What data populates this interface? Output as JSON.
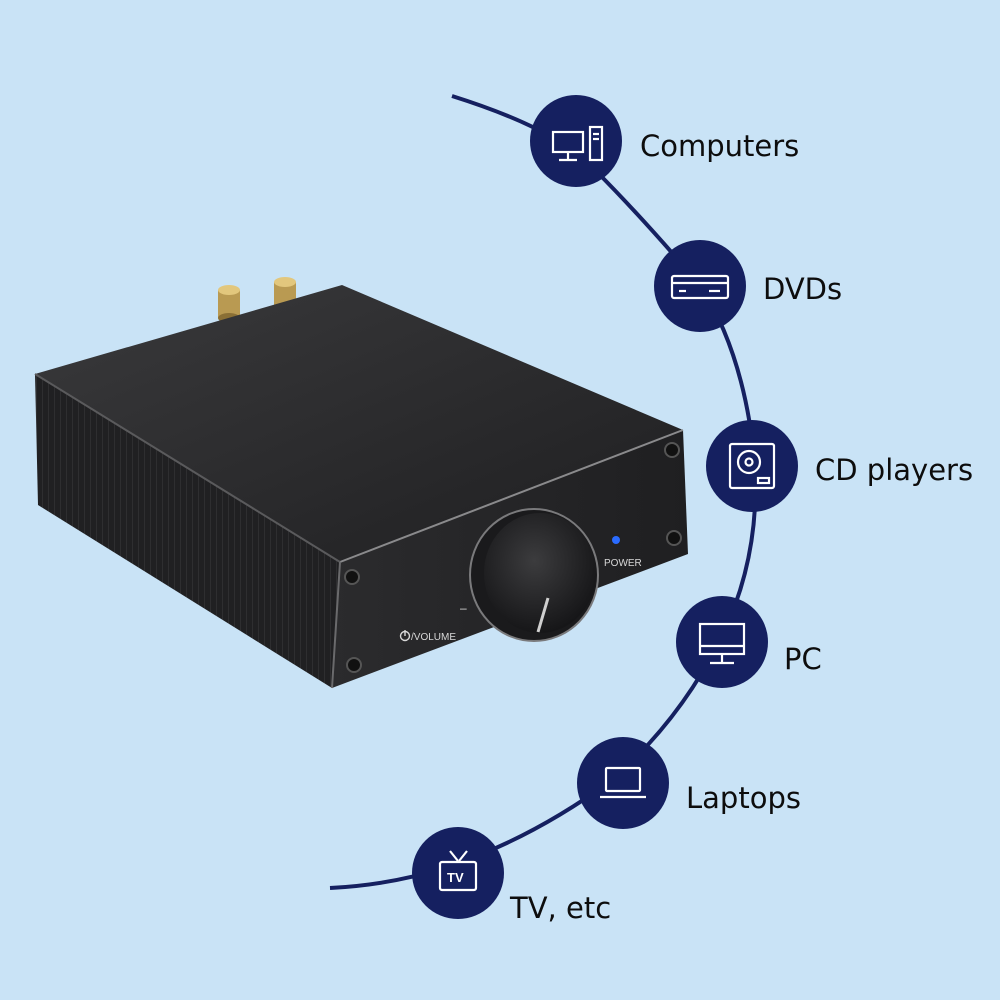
{
  "amplifier": {
    "volume_label": "VOLUME",
    "power_label": "POWER"
  },
  "sources": [
    {
      "label": "Computers",
      "icon": "desktop-computer-icon"
    },
    {
      "label": "DVDs",
      "icon": "dvd-player-icon"
    },
    {
      "label": "CD players",
      "icon": "cd-player-icon"
    },
    {
      "label": "PC",
      "icon": "monitor-icon"
    },
    {
      "label": "Laptops",
      "icon": "laptop-icon"
    },
    {
      "label": "TV, etc",
      "icon": "tv-icon"
    }
  ],
  "colors": {
    "background": "#c9e3f6",
    "node": "#152060",
    "arc": "#152060",
    "icon_stroke": "#ffffff",
    "power_led": "#2a6bff"
  }
}
